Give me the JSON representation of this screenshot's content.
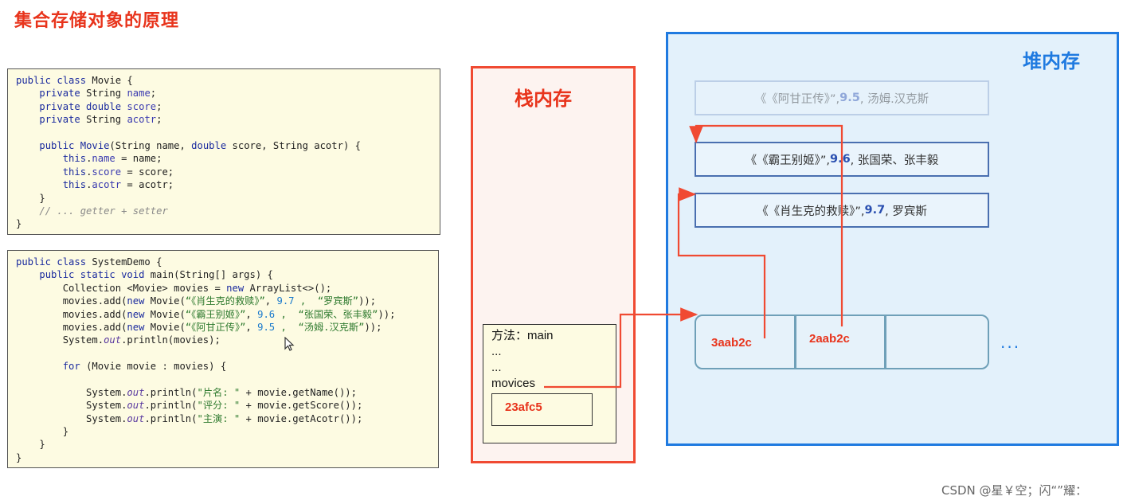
{
  "title": "集合存储对象的原理",
  "code_movie": [
    [
      [
        "kw",
        "public class "
      ],
      [
        "",
        "Movie {"
      ]
    ],
    [
      [
        "",
        "    "
      ],
      [
        "kw",
        "private "
      ],
      [
        "",
        "String "
      ],
      [
        "fld",
        "name"
      ],
      [
        "",
        ";"
      ]
    ],
    [
      [
        "",
        "    "
      ],
      [
        "kw",
        "private double "
      ],
      [
        "fld",
        "score"
      ],
      [
        "",
        ";"
      ]
    ],
    [
      [
        "",
        "    "
      ],
      [
        "kw",
        "private "
      ],
      [
        "",
        "String "
      ],
      [
        "fld",
        "acotr"
      ],
      [
        "",
        ";"
      ]
    ],
    [
      [
        "",
        ""
      ]
    ],
    [
      [
        "",
        "    "
      ],
      [
        "kw",
        "public "
      ],
      [
        "kw",
        "Movie"
      ],
      [
        "",
        "(String name, "
      ],
      [
        "kw",
        "double "
      ],
      [
        "",
        "score, String acotr) {"
      ]
    ],
    [
      [
        "",
        "        "
      ],
      [
        "kw",
        "this"
      ],
      [
        "",
        "."
      ],
      [
        "fld",
        "name"
      ],
      [
        "",
        " = name;"
      ]
    ],
    [
      [
        "",
        "        "
      ],
      [
        "kw",
        "this"
      ],
      [
        "",
        "."
      ],
      [
        "fld",
        "score"
      ],
      [
        "",
        " = score;"
      ]
    ],
    [
      [
        "",
        "        "
      ],
      [
        "kw",
        "this"
      ],
      [
        "",
        "."
      ],
      [
        "fld",
        "acotr"
      ],
      [
        "",
        " = acotr;"
      ]
    ],
    [
      [
        "",
        "    }"
      ]
    ],
    [
      [
        "",
        "    "
      ],
      [
        "cmt",
        "// ... getter + setter"
      ]
    ],
    [
      [
        "",
        "}"
      ]
    ]
  ],
  "code_demo": [
    [
      [
        "kw",
        "public class "
      ],
      [
        "",
        "SystemDemo {"
      ]
    ],
    [
      [
        "",
        "    "
      ],
      [
        "kw",
        "public static void "
      ],
      [
        "",
        "main(String[] args) {"
      ]
    ],
    [
      [
        "",
        "        Collection <Movie> movies = "
      ],
      [
        "kw",
        "new "
      ],
      [
        "",
        "ArrayList<>();"
      ]
    ],
    [
      [
        "",
        "        movies.add("
      ],
      [
        "kw",
        "new "
      ],
      [
        "",
        "Movie("
      ],
      [
        "str",
        "“《肖生克的救赎》”"
      ],
      [
        "",
        ", "
      ],
      [
        "num",
        "9.7"
      ],
      [
        "str",
        " ,  “罗宾斯”"
      ],
      [
        "",
        "));"
      ]
    ],
    [
      [
        "",
        "        movies.add("
      ],
      [
        "kw",
        "new "
      ],
      [
        "",
        "Movie("
      ],
      [
        "str",
        "“《霸王别姬》”"
      ],
      [
        "",
        ", "
      ],
      [
        "num",
        "9.6"
      ],
      [
        "str",
        " ,  “张国荣、张丰毅”"
      ],
      [
        "",
        "));"
      ]
    ],
    [
      [
        "",
        "        movies.add("
      ],
      [
        "kw",
        "new "
      ],
      [
        "",
        "Movie("
      ],
      [
        "str",
        "“《阿甘正传》”"
      ],
      [
        "",
        ", "
      ],
      [
        "num",
        "9.5"
      ],
      [
        "str",
        " ,  “汤姆.汉克斯”"
      ],
      [
        "",
        "));"
      ]
    ],
    [
      [
        "",
        "        System."
      ],
      [
        "it",
        "out"
      ],
      [
        "",
        ".println(movies);"
      ]
    ],
    [
      [
        "",
        ""
      ]
    ],
    [
      [
        "",
        "        "
      ],
      [
        "kw",
        "for "
      ],
      [
        "",
        "(Movie movie : movies) {"
      ]
    ],
    [
      [
        "",
        ""
      ]
    ],
    [
      [
        "",
        "            System."
      ],
      [
        "it",
        "out"
      ],
      [
        "",
        ".println("
      ],
      [
        "str",
        "\"片名: \""
      ],
      [
        "",
        " + movie.getName());"
      ]
    ],
    [
      [
        "",
        "            System."
      ],
      [
        "it",
        "out"
      ],
      [
        "",
        ".println("
      ],
      [
        "str",
        "\"评分: \""
      ],
      [
        "",
        " + movie.getScore());"
      ]
    ],
    [
      [
        "",
        "            System."
      ],
      [
        "it",
        "out"
      ],
      [
        "",
        ".println("
      ],
      [
        "str",
        "\"主演: \""
      ],
      [
        "",
        " + movie.getAcotr());"
      ]
    ],
    [
      [
        "",
        "        }"
      ]
    ],
    [
      [
        "",
        "    }"
      ]
    ],
    [
      [
        "",
        "}"
      ]
    ]
  ],
  "stack": {
    "title": "栈内存",
    "frame_lines": [
      "方法：main",
      "...",
      "...",
      "movices"
    ],
    "address": "23afc5"
  },
  "heap": {
    "title": "堆内存",
    "objects": [
      {
        "name": "《阿甘正传》”, ",
        "score": "9.5",
        "rest": " , 汤姆.汉克斯"
      },
      {
        "name": "《霸王别姬》”, ",
        "score": "9.6",
        "rest": " , 张国荣、张丰毅"
      },
      {
        "name": "《肖生克的救赎》”, ",
        "score": "9.7",
        "rest": " , 罗宾斯"
      }
    ],
    "collection_cells": [
      "3aab2c",
      "2aab2c",
      ""
    ],
    "more": "..."
  },
  "watermark": "CSDN @星￥空；闪“”耀："
}
